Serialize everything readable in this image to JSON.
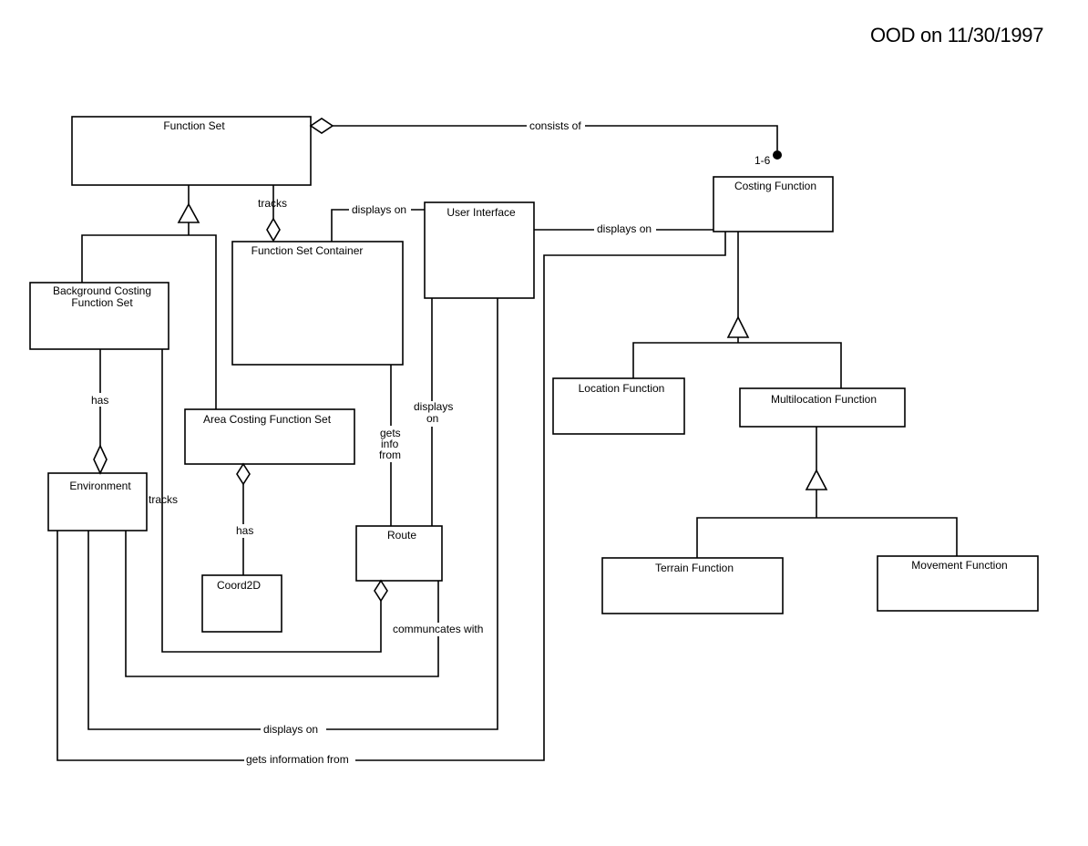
{
  "title": "OOD on 11/30/1997",
  "classes": {
    "function_set": "Function Set",
    "background_costing": [
      "Background Costing",
      "Function Set"
    ],
    "function_set_container": "Function Set Container",
    "user_interface": "User Interface",
    "costing_function": "Costing Function",
    "area_costing": "Area Costing Function Set",
    "environment": "Environment",
    "coord2d": "Coord2D",
    "route": "Route",
    "location_function": "Location Function",
    "multilocation_function": "Multilocation Function",
    "terrain_function": "Terrain Function",
    "movement_function": "Movement Function"
  },
  "relations": {
    "consists_of": "consists of",
    "multiplicity": "1-6",
    "tracks_fs": "tracks",
    "displays_on_fsc": "displays on",
    "displays_on_ui": "displays on",
    "has_env": "has",
    "tracks_env": "tracks",
    "has_coord": "has",
    "gets_info_from": [
      "gets",
      "info",
      "from"
    ],
    "displays_on_route": [
      "displays",
      "on"
    ],
    "communicates_with": "communcates with",
    "displays_on_bottom": "displays on",
    "gets_information_from": "gets information from"
  }
}
